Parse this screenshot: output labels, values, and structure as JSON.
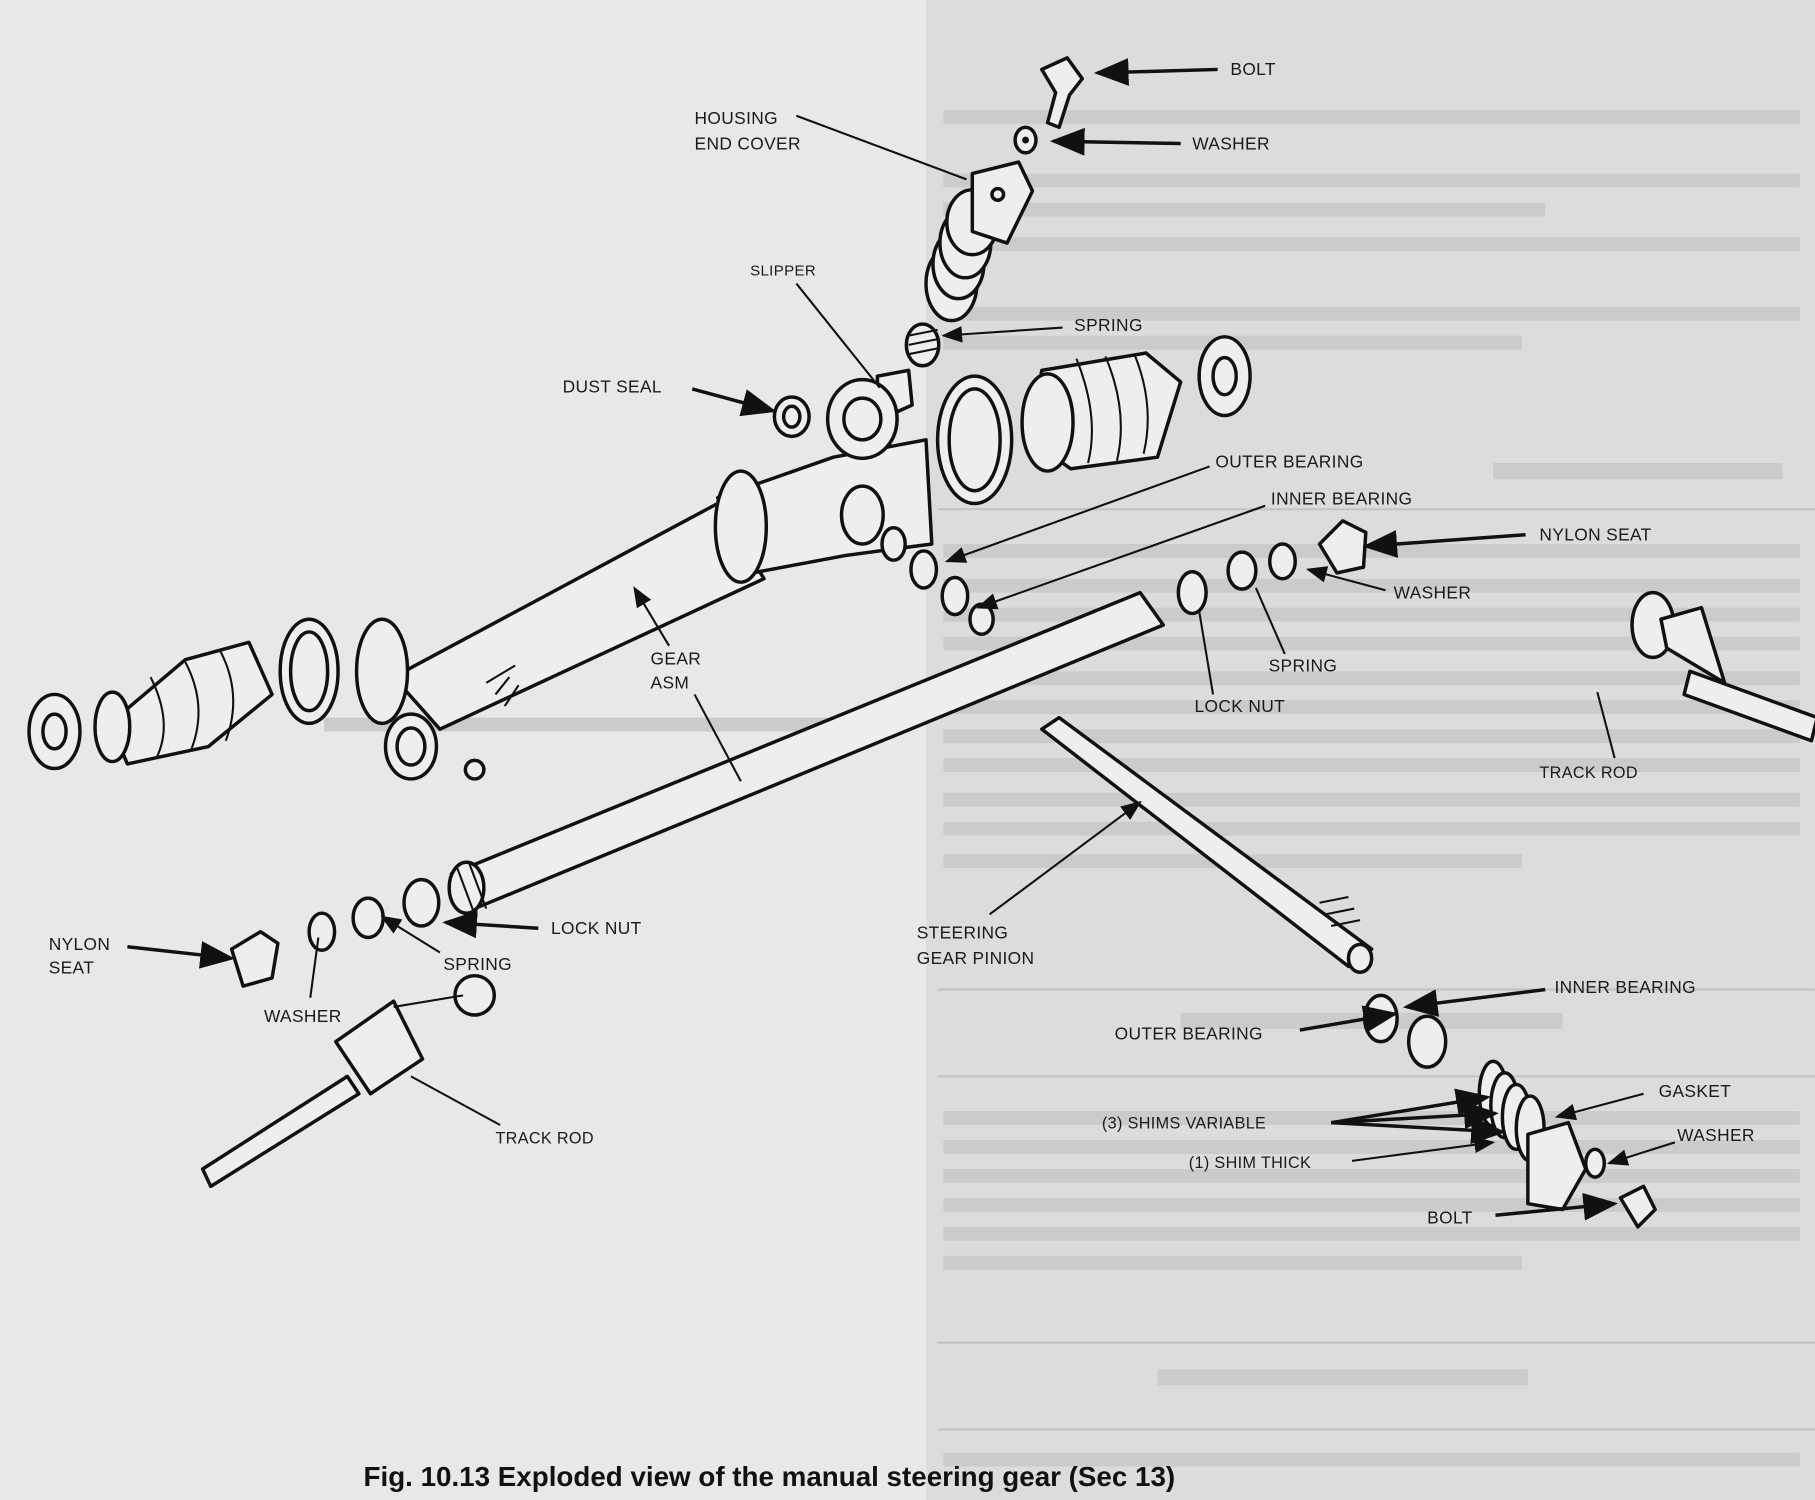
{
  "figure": {
    "caption": "Fig. 10.13 Exploded view of the manual steering gear (Sec 13)",
    "labels": {
      "bolt_top": "BOLT",
      "housing_end_cover_1": "HOUSING",
      "housing_end_cover_2": "END COVER",
      "washer_top": "WASHER",
      "slipper": "SLIPPER",
      "spring_top": "SPRING",
      "dust_seal": "DUST SEAL",
      "outer_bearing_top": "OUTER BEARING",
      "inner_bearing_top": "INNER BEARING",
      "nylon_seat_right": "NYLON SEAT",
      "washer_right": "WASHER",
      "spring_right": "SPRING",
      "lock_nut_right": "LOCK NUT",
      "gear_asm_1": "GEAR",
      "gear_asm_2": "ASM",
      "track_rod_right": "TRACK ROD",
      "lock_nut_left": "LOCK NUT",
      "spring_left": "SPRING",
      "nylon_seat_left_1": "NYLON",
      "nylon_seat_left_2": "SEAT",
      "washer_left": "WASHER",
      "track_rod_left": "TRACK ROD",
      "steering_gear_pinion_1": "STEERING",
      "steering_gear_pinion_2": "GEAR PINION",
      "inner_bearing_bottom": "INNER BEARING",
      "outer_bearing_bottom": "OUTER BEARING",
      "gasket": "GASKET",
      "shims_variable": "(3) SHIMS VARIABLE",
      "washer_bottom": "WASHER",
      "shim_thick": "(1) SHIM THICK",
      "bolt_bottom": "BOLT"
    }
  }
}
